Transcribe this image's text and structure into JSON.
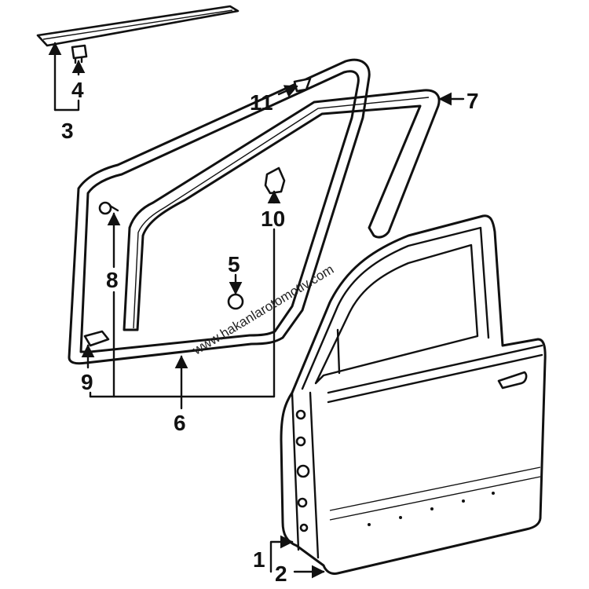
{
  "callouts": {
    "c1": "1",
    "c2": "2",
    "c3": "3",
    "c4": "4",
    "c5": "5",
    "c6": "6",
    "c7": "7",
    "c8": "8",
    "c9": "9",
    "c10": "10",
    "c11": "11"
  },
  "watermark": "www.hakanlarotomotiv.com"
}
